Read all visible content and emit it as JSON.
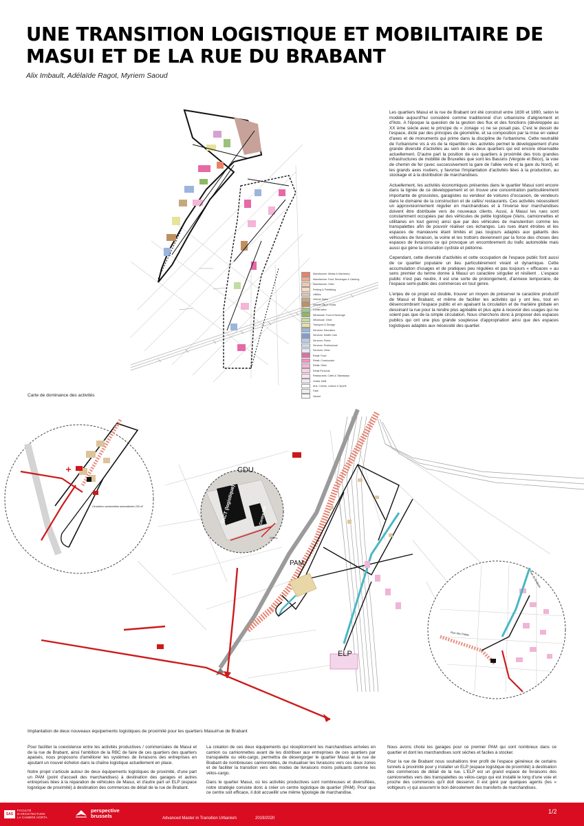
{
  "header": {
    "title_line1": "UNE TRANSITION LOGISTIQUE ET MOBILITAIRE DE",
    "title_line2": "MASUI ET DE LA RUE DU BRABANT",
    "authors": "Alix Imbault, Adélaïde Ragot, Myriem Saoud"
  },
  "intro": [
    "Les quartiers Masui et la rue de Brabant ont été construit entre 1830 et 1890, selon le modèle aujourd'hui considéré comme traditionnel d'un urbanisme d'alignement et d'îlots. A l'époque la question de la gestion des flux et des fonctions (développée au XX ème siècle avec le principe du « zonage ») ne se posait pas. C'est le dessin de l'espace, dicté par des principes de géométrie, et sa composition par la mise en valeur d'axes et de monuments qui prime dans la discipline de l'urbanisme. Cette neutralité de l'urbanisme vis à vis de la répartition des activités permet le développement d'une grande diversité d'activités au sein de ces deux quartiers qui est encore observable actuellement. D'autre part la position de ces quartiers à proximité des trois grandes infrastructures de mobilité de Bruxelles que sont les Bassins (Vergote et Béco), la voie de chemin de fer (avec successivement la gare de l'allée verte et la gare du Nord), et les grands axes routiers, y favorise l'implantation d'activités liées à la production, au stockage et à la distribution de marchandises.",
    "Actuellement, les activités économiques présentes dans le quartier Masui sont encore dans la lignée de ce développement et on trouve une concentration particulièrement importante de grossistes, garagistes ou vendeur de voitures d'occasion, de vendeurs dans le domaine de la construction et de cafés/ restaurants. Ces activités nécessitent un approvisionnement régulier en marchandises et à l'inverse leur marchandises doivent être distribuée vers de nouveaux clients. Aussi, à Masui les rues sont constamment occupées par des véhicules de petite logistique (Vans, camionnettes et utilitaires en tout genre) ainsi que par des véhicules de manutention comme les transpalettes afin de pouvoir réaliser ces échanges. Les rues étant étroites et les espaces de manœuvre étant limités et pas toujours adaptés aux gabarits des véhicules de livraison, la voirie et les trottoirs deviennent par la force des choses des espaces de livraisons ce qui provoque un encombrement du trafic automobile mais aussi qui gène la circulation cycliste et piétonne.",
    "Cependant, cette diversité d'activités et cette occupation de l'espace public font aussi de ce quartier populaire un lieu particulièrement vivant et dynamique. Cette accumulation d'usages et de pratiques peu régulées et pas toujours « efficaces » au sens premier du terme donne à Masui un caractère singulier et résilient . L'espace public n'est pas neutre, il est une sorte de prolongement, d'annexe temporaire, de l'espace semi-public des commerces en tout genre.",
    "L'enjeu de ce projet est double, trouver un moyen de préserver le caractère productif de Masui et Brabant, et même de faciliter les activités qui y ont lieu, tout en désencombrant l'espace public et en apaisant la circulation et de manière globale en dessinant la rue pour la rendre plus agréable et plus apte à recevoir des usages qui ne soient pas que de la simple circulation. Nous cherchons donc à proposer des espaces publics qui ont une plus grande souplesse d'appropriation ainsi que des espaces logistiques adaptés aux nécessité des quartier."
  ],
  "captions": {
    "map1": "Carte de dominance des activités",
    "map2": "Implantation de deux nouveaux équipements logistiques de proximité pour les quartiers Masui/rue de Brabant"
  },
  "legend": [
    {
      "label": "Manufacture: Metals & Machinery",
      "color": "#e8836a"
    },
    {
      "label": "Manufacture: Food, Beverages & Catering",
      "color": "#f0a98c"
    },
    {
      "label": "Manufacture: Other",
      "color": "#f4c9a8"
    },
    {
      "label": "Printing & Publishing",
      "color": "#f7dcc2"
    },
    {
      "label": "Utilities",
      "color": "#d9c7b8"
    },
    {
      "label": "Vehicle Sales",
      "color": "#c8a77e"
    },
    {
      "label": "Vehicle Car & Trucks",
      "color": "#bf9060"
    },
    {
      "label": "Construction",
      "color": "#a8c487"
    },
    {
      "label": "Wholesale: Food & Beverage",
      "color": "#8fb862"
    },
    {
      "label": "Wholesale: Other",
      "color": "#c3dca5"
    },
    {
      "label": "Transport & Storage",
      "color": "#e6e39a"
    },
    {
      "label": "Services: Education",
      "color": "#9bb5dc"
    },
    {
      "label": "Services: Health Care",
      "color": "#7f9dd0"
    },
    {
      "label": "Services: Public",
      "color": "#b8cbe8"
    },
    {
      "label": "Services: Professional",
      "color": "#d0ddef"
    },
    {
      "label": "Services: Other",
      "color": "#e3eaf5"
    },
    {
      "label": "Retail: Food",
      "color": "#e66aa6"
    },
    {
      "label": "Retail: Construction",
      "color": "#ee93c0"
    },
    {
      "label": "Retail: Other",
      "color": "#f4b5d6"
    },
    {
      "label": "Retail Personal",
      "color": "#f8d2e6"
    },
    {
      "label": "Restaurants, Cafés & Takeaways",
      "color": "#fbe3ef"
    },
    {
      "label": "Hotels, B&B",
      "color": "#f2e8f2"
    },
    {
      "label": "Arts, Culture, Leisure & Sports",
      "color": "#ffffff"
    },
    {
      "label": "Faith",
      "color": "#eeeeee"
    },
    {
      "label": "Vacant",
      "color": "#f7f7f7"
    }
  ],
  "map_labels": {
    "cdu": "CDU",
    "pam": "PAM",
    "elp": "ELP",
    "tact": "TACT (logistique)",
    "centre": "Centre TIR",
    "cetu": "CETU",
    "circulation_note": "Circulation camionnettes automatisées 225 m²",
    "street_left": "Rue des Palais",
    "street_right": "Rue du Brabant"
  },
  "columns": [
    [
      "Pour faciliter la coexistence entre les activités productives / commerciales de Masui et de la rue de Brabant, ainsi l'ambition de la RBC de faire de ces quartiers des quartiers apaisés, nous proposons d'améliorer les systèmes de livraisons des entreprises en ajoutant un nouvel échelon dans la chaîne logistique actuellement en place.",
      "Notre projet s'articule autour de deux équipements logistiques de proximité, d'une part un PAM (point d'accueil des marchandises) à destination des garages et autres entreprises liées à la réparation de véhicules de Masui, et d'autre part un ELP (espace logistique de proximité) à destination des commerces de détail de la rue de Brabant."
    ],
    [
      "La création de ces deux équipements qui réceptionnent les marchandises arrivées en camion ou camionnettes avant de les distribuer aux entreprises de ces quartiers par transpalette ou vélo-cargo, permettra de désengorger le quartier Masui et la rue de Brabant de nombreuses camionnettes, de mutualiser les livraisons vers ces deux zones et de faciliter la transition vers des modes de livraisons moins polluants comme les vélos-cargo.",
      "Dans le quartier Masui, où les activités productives sont nombreuses et diversifiées, notre stratégie consiste donc à créer un centre logistique de quartier (PAM). Pour que ce centre soit efficace, il doit accueillir une même typologie de marchandise."
    ],
    [
      "Nous avons choisi les garages pour ce premier PAM qui sont nombreux dans ce quartier et dont les marchandises sont sèches et faciles à stocker.",
      "Pour la rue de Brabant nous souhaitions tirer profit de l'espace généreux de certains tunnels à proximité pour y installer un ELP (espace logistique de proximité) à destination des commerces de détail de la rue. L'ELP est un grand espace de livraisons des camionnettes vers des transpalettes ou vélos-cargo qui est installé le long d'une voie et proche des commerces qu'il doit desservir. Il est géré par quelques agents (les « voltigeurs ») qui assurent le bon déroulement des transferts de marchandises."
    ]
  ],
  "footer": {
    "school_mark": "SAS",
    "school": "FACULTÉ D'ARCHITECTURE LA CAMBRE HORTA",
    "partner_line1": "perspective",
    "partner_line2": "brussels",
    "program": "Advanced Master in Transition Urbanism",
    "year": "2019/2020",
    "page": "1/2"
  },
  "colors": {
    "accent": "#d90c21",
    "text": "#111111"
  }
}
